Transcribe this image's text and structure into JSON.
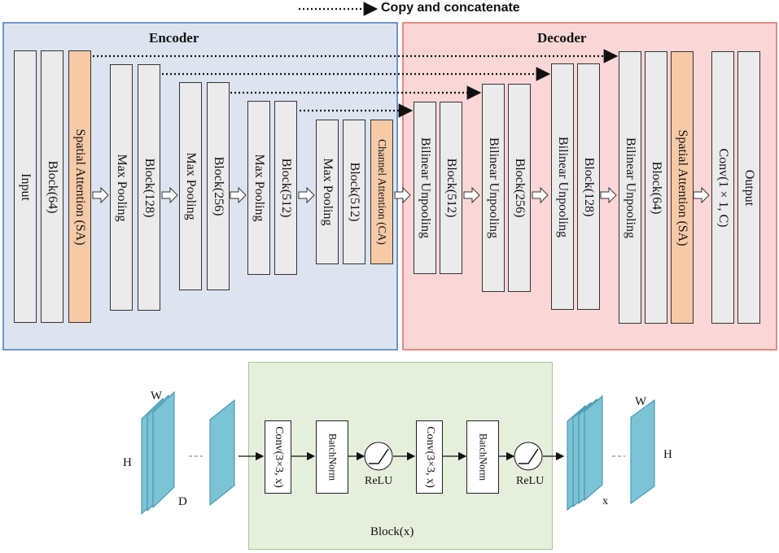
{
  "legend": {
    "copy_label": "Copy and concatenate"
  },
  "encoder": {
    "title": "Encoder",
    "labels": [
      "Input",
      "Block(64)",
      "Spatial Attention (SA)",
      "Max Pooling",
      "Block(128)",
      "Max Pooling",
      "Block(256)",
      "Max Pooling",
      "Block(512)",
      "Max Pooling",
      "Block(512)",
      "Channel Attention (CA)"
    ]
  },
  "decoder": {
    "title": "Decoder",
    "labels": [
      "Bilinear Unpooling",
      "Block(512)",
      "Bilinear Unpooling",
      "Block(256)",
      "Bilinear Unpooling",
      "Block(128)",
      "Bilinear Unpooling",
      "Block(64)",
      "Spatial Attention (SA)",
      "Conv(1 × 1, C)",
      "Output"
    ]
  },
  "block": {
    "title": "Block(x)",
    "layers": [
      "Conv(3×3, x)",
      "BatchNorm",
      "ReLU",
      "Conv(3×3, x)",
      "BatchNorm",
      "ReLU"
    ],
    "input_dims": {
      "w": "W",
      "h": "H",
      "d": "D"
    },
    "output_dims": {
      "w": "W",
      "h": "H",
      "x": "x"
    },
    "ellipsis": "---"
  },
  "colors": {
    "encoder_bg": "#dde4f0",
    "encoder_border": "#6f95cf",
    "decoder_bg": "#fad7d6",
    "decoder_border": "#e58a86",
    "block_bg": "#e6efdc",
    "block_border": "#a8c592",
    "attention_fill": "#f6c9a7",
    "layer_fill": "#ebebeb",
    "feature_map": "#7cc3d6",
    "feature_map_edge": "#3b8ea6"
  }
}
